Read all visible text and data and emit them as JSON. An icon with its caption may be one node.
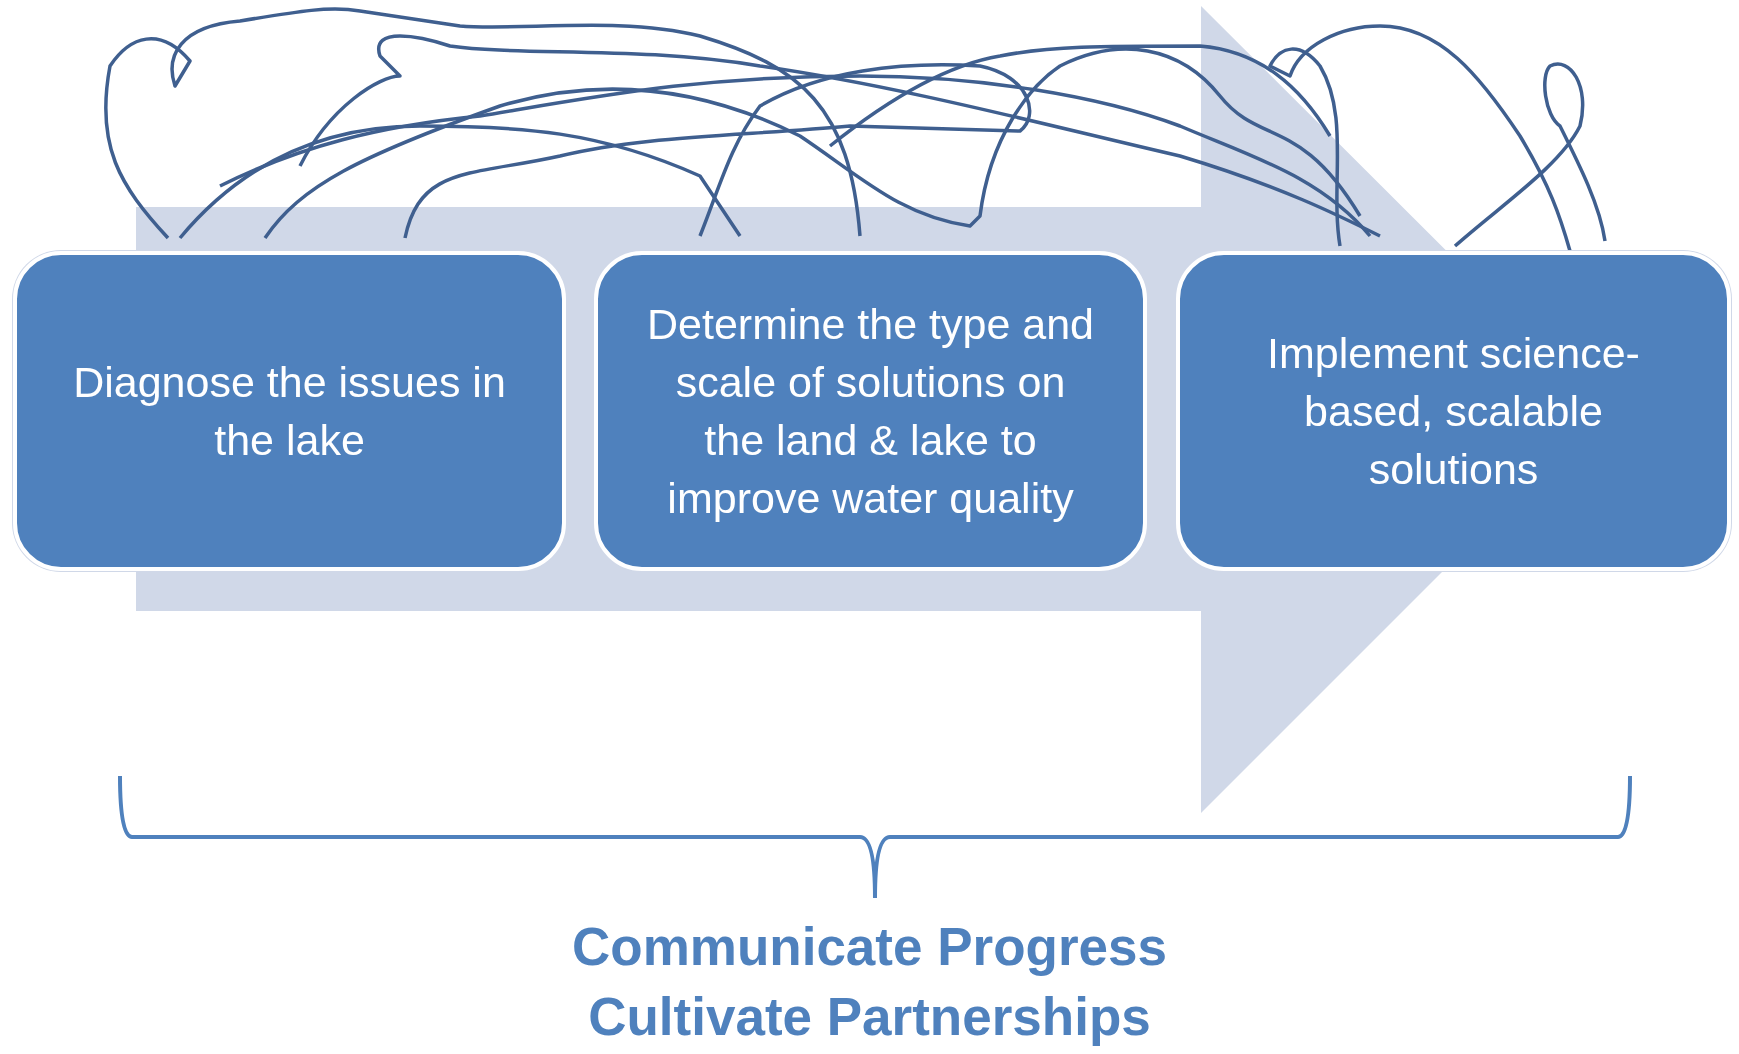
{
  "diagram": {
    "nodes": [
      {
        "text": [
          "Diagnose the issues in the lake"
        ]
      },
      {
        "text": [
          "Determine the type and scale of solutions on the land & lake to improve water quality"
        ]
      },
      {
        "text": [
          "Implement science-based, scalable solutions"
        ]
      }
    ],
    "edges": [
      {
        "from": 0,
        "to": 2,
        "arrow": "to"
      }
    ],
    "labels": [
      "Communicate Progress",
      "Cultivate Partnerships"
    ]
  }
}
